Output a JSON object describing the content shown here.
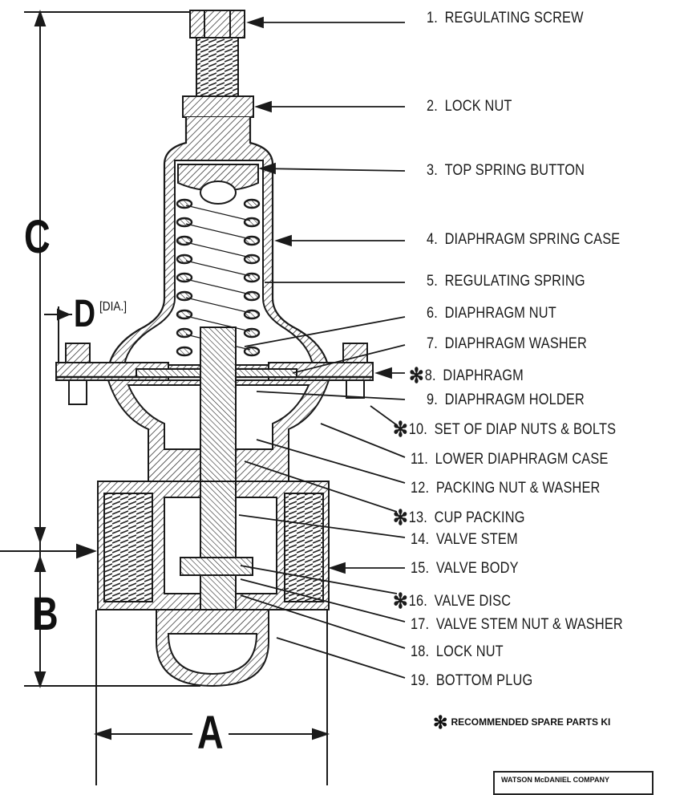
{
  "parts": [
    {
      "num": "1.",
      "label": "REGULATING SCREW",
      "star": false
    },
    {
      "num": "2.",
      "label": "LOCK NUT",
      "star": false
    },
    {
      "num": "3.",
      "label": "TOP SPRING BUTTON",
      "star": false
    },
    {
      "num": "4.",
      "label": "DIAPHRAGM SPRING CASE",
      "star": false
    },
    {
      "num": "5.",
      "label": "REGULATING SPRING",
      "star": false
    },
    {
      "num": "6.",
      "label": "DIAPHRAGM NUT",
      "star": false
    },
    {
      "num": "7.",
      "label": "DIAPHRAGM WASHER",
      "star": false
    },
    {
      "num": "8.",
      "label": "DIAPHRAGM",
      "star": true
    },
    {
      "num": "9.",
      "label": "DIAPHRAGM HOLDER",
      "star": false
    },
    {
      "num": "10.",
      "label": "SET OF DIAP  NUTS & BOLTS",
      "star": true
    },
    {
      "num": "11.",
      "label": "LOWER DIAPHRAGM CASE",
      "star": false
    },
    {
      "num": "12.",
      "label": "PACKING NUT & WASHER",
      "star": false
    },
    {
      "num": "13.",
      "label": "CUP PACKING",
      "star": true
    },
    {
      "num": "14.",
      "label": "VALVE STEM",
      "star": false
    },
    {
      "num": "15.",
      "label": "VALVE BODY",
      "star": false
    },
    {
      "num": "16.",
      "label": "VALVE DISC",
      "star": true
    },
    {
      "num": "17.",
      "label": "VALVE STEM NUT & WASHER",
      "star": false
    },
    {
      "num": "18.",
      "label": "LOCK NUT",
      "star": false
    },
    {
      "num": "19.",
      "label": "BOTTOM PLUG",
      "star": false
    }
  ],
  "star_symbol": "✻",
  "dimensions": {
    "a": "A",
    "b": "B",
    "c": "C",
    "d": "D",
    "d_note": "[DIA.]"
  },
  "footnote": "RECOMMENDED SPARE PARTS KI",
  "company": "WATSON McDANIEL COMPANY",
  "colors": {
    "ink": "#1a1a1a",
    "paper": "#ffffff"
  }
}
